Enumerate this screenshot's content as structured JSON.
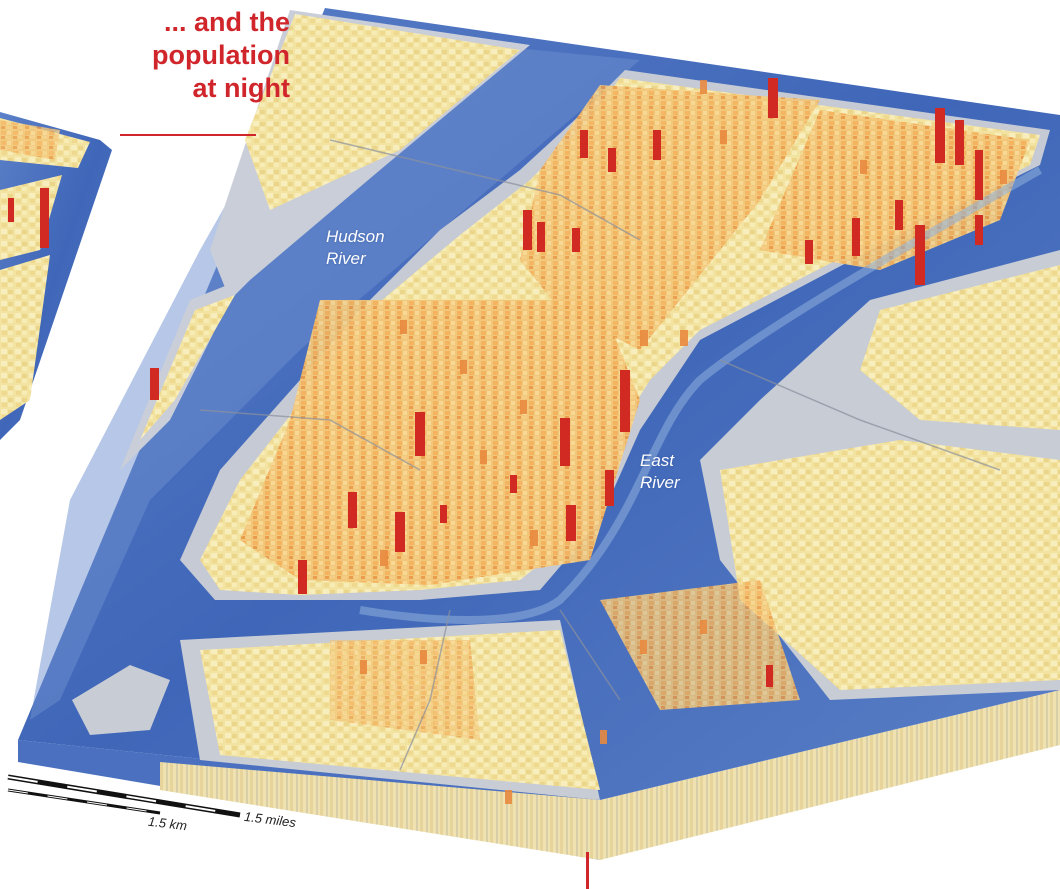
{
  "headline": {
    "lines": [
      "... and the",
      "population",
      "at night"
    ],
    "color": "#d0262b"
  },
  "labels": {
    "hudson": [
      "Hudson",
      "River"
    ],
    "east": [
      "East",
      "River"
    ]
  },
  "scale": {
    "km_label": "1.5 km",
    "miles_label": "1.5 miles"
  },
  "colors": {
    "water": "#3a63b8",
    "water_light": "#8fb0dc",
    "land_gray": "#c7ccd5",
    "block_low": "#f4e5a4",
    "block_mid": "#f0b260",
    "block_high": "#e07a3a",
    "tower": "#d12a22"
  },
  "icons": {
    "map": "3d-population-map",
    "scale": "scale-bar"
  }
}
